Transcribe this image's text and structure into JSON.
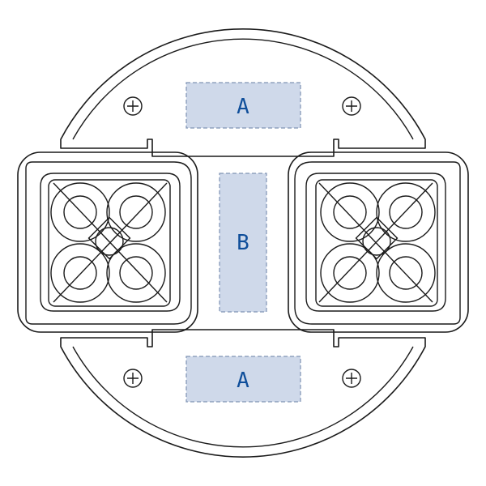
{
  "zones": {
    "top": {
      "label": "A"
    },
    "middle": {
      "label": "B"
    },
    "bottom": {
      "label": "A"
    }
  },
  "colors": {
    "line": "#1a1a1a",
    "zone_fill": "#cfd9ea",
    "zone_border": "#7f93b3",
    "label": "#0f4e9a"
  },
  "icons": [
    "screw-icon",
    "connector-socket-icon"
  ]
}
